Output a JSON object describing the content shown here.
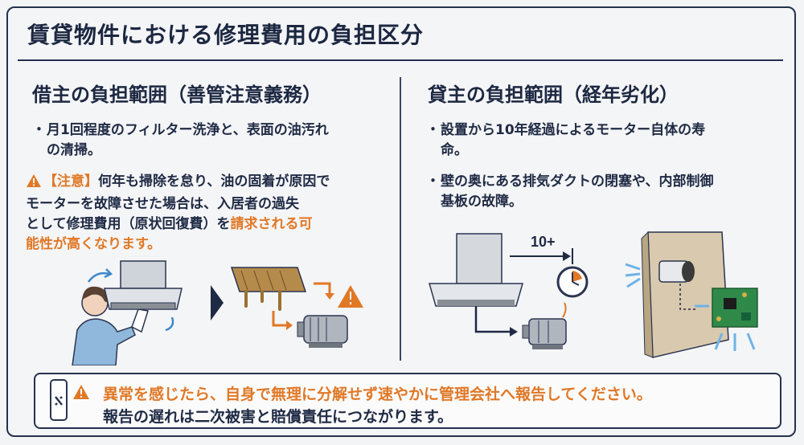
{
  "title": "賃貸物件における修理費用の負担区分",
  "left": {
    "heading": "借主の負担範囲（善管注意義務）",
    "bullet1_line1": "月1回程度のフィルター洗浄と、表面の油汚れ",
    "bullet1_line2": "の清掃。",
    "warning_tag": "【注意】",
    "warning_line1": "何年も掃除を怠り、油の固着が原因で",
    "warning_line2": "モーターを故障させた場合は、入居者の過失",
    "warning_line3_a": "として修理費用（原状回復費）を",
    "warning_line3_b": "請求される可",
    "warning_line4": "能性が高くなります。"
  },
  "right": {
    "heading": "貸主の負担範囲（経年劣化）",
    "bullet1_line1": "設置から10年経過によるモーター自体の寿",
    "bullet1_line2": "命。",
    "bullet2_line1": "壁の奥にある排気ダクトの閉塞や、内部制御",
    "bullet2_line2": "基板の故障。",
    "years_label": "10+"
  },
  "footer": {
    "line1": "異常を感じたら、自身で無理に分解せず速やかに管理会社へ報告してください。",
    "line2": "報告の遅れは二次被害と賠償責任につながります。"
  },
  "colors": {
    "navy": "#24324f",
    "orange": "#e07826",
    "light_blue": "#6fb2e6"
  },
  "icons": [
    "warning-icon",
    "phone-wrench-icon",
    "clock-icon",
    "motor-icon",
    "range-hood-icon",
    "circuit-board-icon"
  ]
}
